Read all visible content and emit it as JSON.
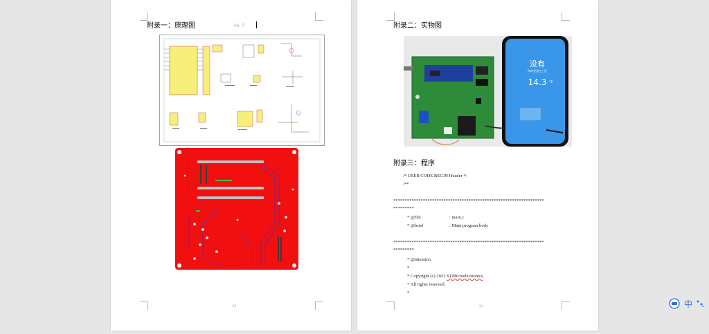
{
  "page1": {
    "heading": "附录一：原理图",
    "page_number": "23",
    "handle_glyph": "H₁ ⠿"
  },
  "page2": {
    "heading_photo": "附录二：实物图",
    "heading_program": "附录三：程序",
    "page_number": "24",
    "phone": {
      "status_text": "没有",
      "status_sub": "你的室温在上班",
      "value": "14.3",
      "unit": "°C"
    },
    "code": {
      "line1": "/* USER CODE BEGIN Header */",
      "line2": "/**",
      "stars1": "******************************************************************",
      "stars1b": "*********",
      "file_key": "* @file",
      "file_val": ": main.c",
      "brief_key": "* @brief",
      "brief_val": ": Main program body",
      "stars2": "******************************************************************",
      "stars2b": "*********",
      "attention": "* @attention",
      "star_a": "*",
      "copyright_prefix": "* Copyright (c) 2022 ",
      "copyright_company": "STMicroelectronics",
      "copyright_suffix": ".",
      "rights": "* All rights reserved.",
      "star_b": "*"
    }
  },
  "taskbar": {
    "ime_icon": "pinyin-ime-icon",
    "ime_label": "中",
    "settings_icon": "ime-dots-icon"
  },
  "colors": {
    "pcb_red": "#f10f0f",
    "phone_screen": "#3a96e8",
    "board_green": "#2e8b3a"
  }
}
